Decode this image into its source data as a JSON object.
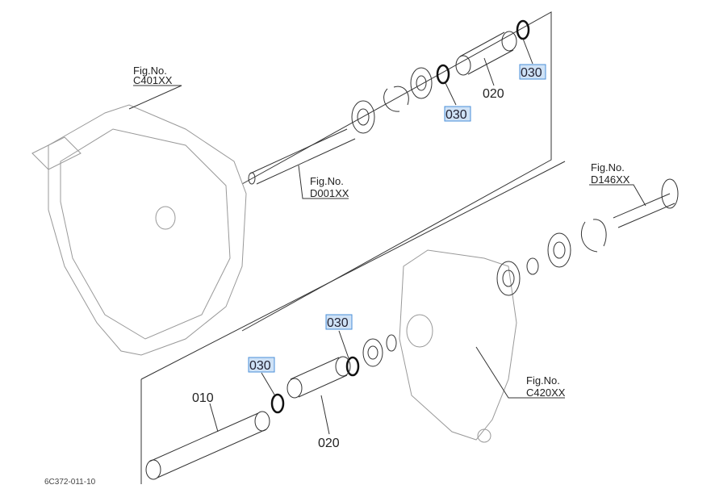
{
  "figure_refs": [
    {
      "label": "Fig.No.",
      "code": "C401XX"
    },
    {
      "label": "Fig.No.",
      "code": "D001XX"
    },
    {
      "label": "Fig.No.",
      "code": "D146XX"
    },
    {
      "label": "Fig.No.",
      "code": "C420XX"
    }
  ],
  "part_numbers": {
    "sleeve_upper": "020",
    "sleeve_lower": "020",
    "shaft": "010",
    "oring_upper_right": "030",
    "oring_upper_left": "030",
    "oring_lower_right": "030",
    "oring_lower_left": "030"
  },
  "highlight_color": "#cfe2f6",
  "diagram_code": "6C372-011-10"
}
